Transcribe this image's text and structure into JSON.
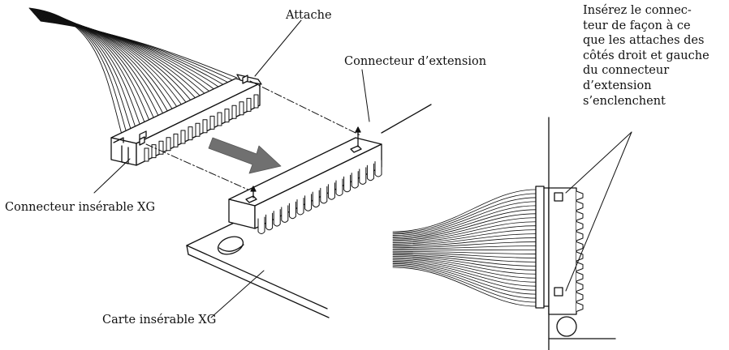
{
  "labels": {
    "attache": "Attache",
    "connecteur_extension": "Connecteur d’extension",
    "connecteur_inserable": "Connecteur insérable XG",
    "carte_inserable": "Carte insérable XG"
  },
  "note": {
    "lines": [
      "Insérez le connec-",
      "teur de façon à ce",
      "que les attaches des",
      "côtés droit et gauche",
      "du connecteur",
      "d’extension",
      "s’enclenchent"
    ]
  },
  "colors": {
    "line": "#111111",
    "arrow": "#707070",
    "background": "#ffffff"
  }
}
